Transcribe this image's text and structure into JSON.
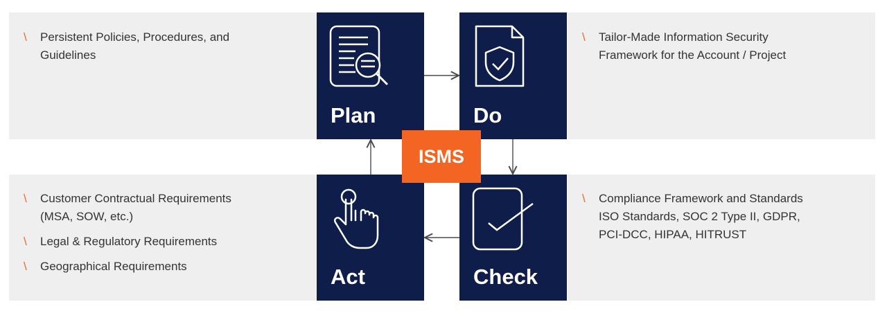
{
  "center_label": "ISMS",
  "stages": {
    "plan": {
      "label": "Plan",
      "icon": "document-search-icon"
    },
    "do": {
      "label": "Do",
      "icon": "shield-check-document-icon"
    },
    "act": {
      "label": "Act",
      "icon": "pointing-hand-icon"
    },
    "check": {
      "label": "Check",
      "icon": "checkbox-icon"
    }
  },
  "panels": {
    "top_left": [
      "Persistent Policies, Procedures, and\nGuidelines"
    ],
    "top_right": [
      "Tailor-Made Information Security\nFramework for the Account / Project"
    ],
    "bottom_left": [
      "Customer Contractual Requirements\n(MSA, SOW, etc.)",
      "Legal & Regulatory Requirements",
      "Geographical Requirements"
    ],
    "bottom_right": [
      "Compliance Framework and Standards\nISO Standards, SOC 2 Type II, GDPR,\nPCI-DCC, HIPAA, HITRUST"
    ]
  },
  "bullet_mark": "\\",
  "colors": {
    "navy": "#0e1d4a",
    "orange": "#f26522",
    "panel": "#efefef",
    "text": "#333333"
  }
}
